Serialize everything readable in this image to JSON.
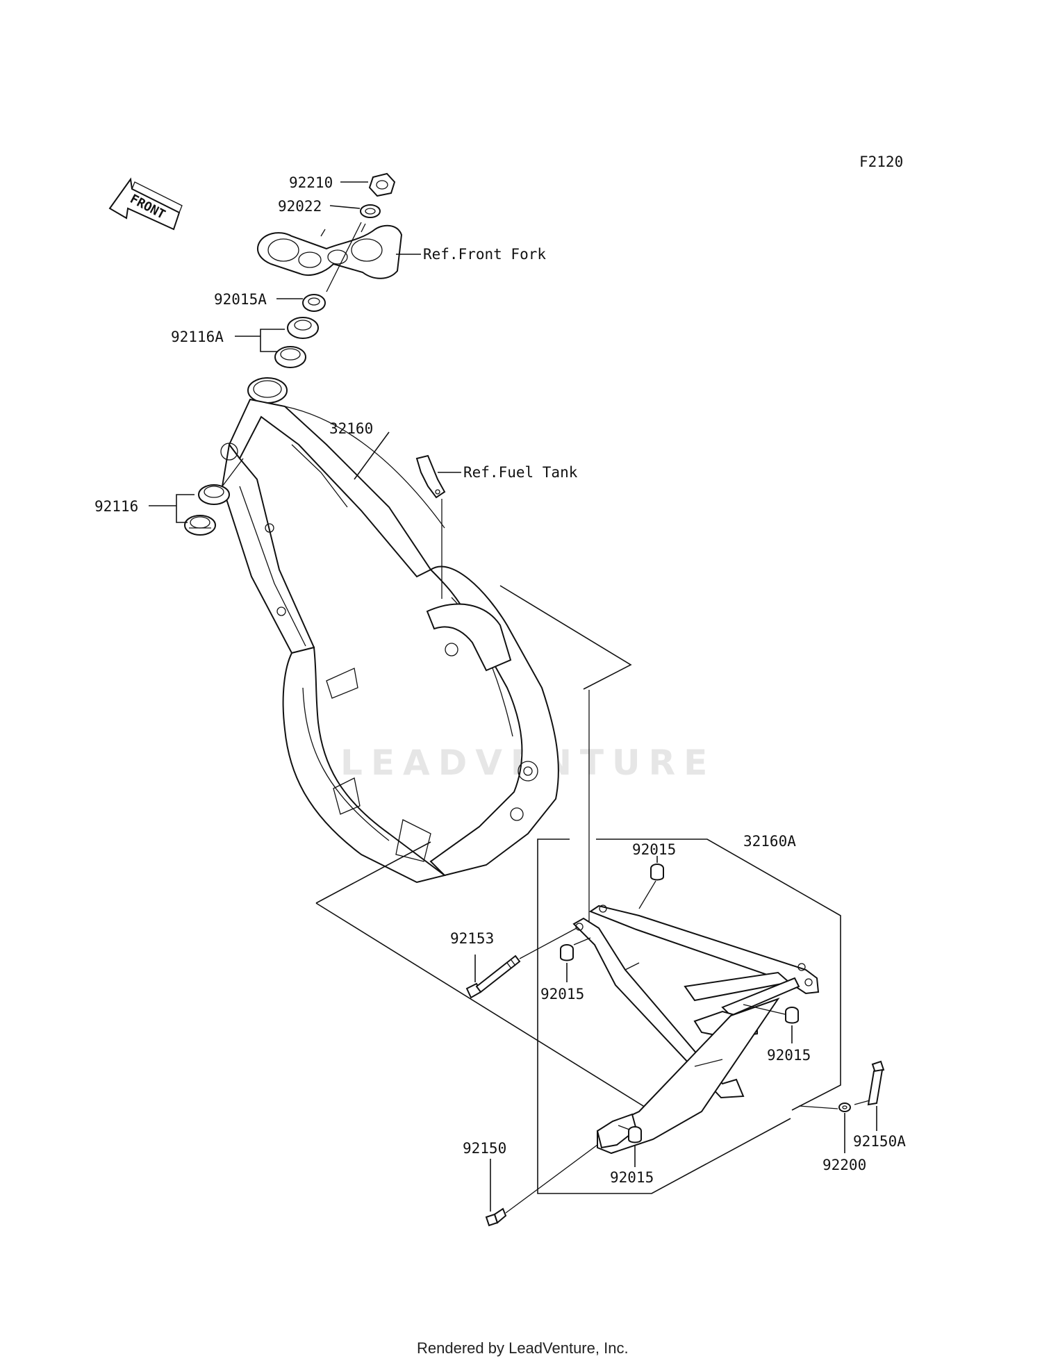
{
  "figure_code": "F2120",
  "front_badge": "FRONT",
  "watermark": "LEADVENTURE",
  "footer": "Rendered by LeadVenture, Inc.",
  "refs": {
    "front_fork": "Ref.Front Fork",
    "fuel_tank": "Ref.Fuel Tank"
  },
  "parts": {
    "p92210": "92210",
    "p92022": "92022",
    "p92015A": "92015A",
    "p92116A": "92116A",
    "p32160": "32160",
    "p92116": "92116",
    "p32160A": "32160A",
    "p92015_top": "92015",
    "p92153": "92153",
    "p92015_left": "92015",
    "p92015_right": "92015",
    "p92150A": "92150A",
    "p92200": "92200",
    "p92150": "92150",
    "p92015_bottom": "92015"
  }
}
